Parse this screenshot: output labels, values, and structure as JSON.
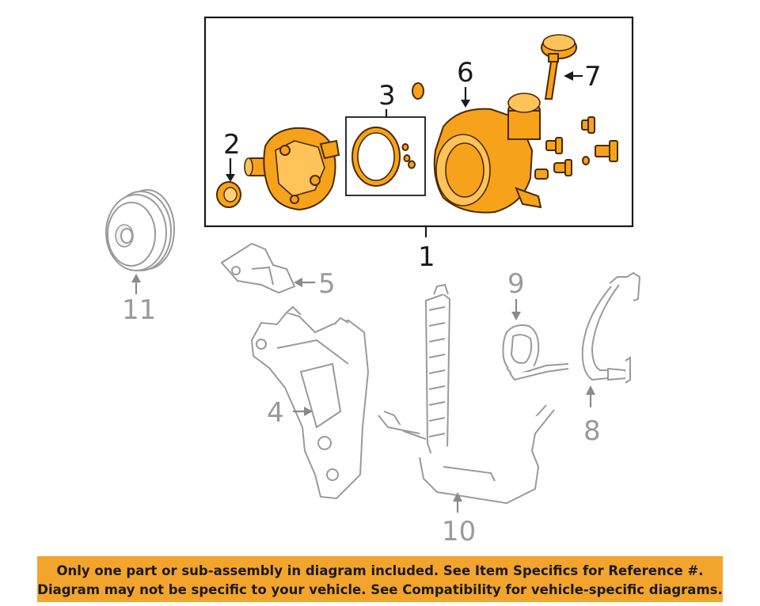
{
  "callouts": {
    "c1": "1",
    "c2": "2",
    "c3": "3",
    "c4": "4",
    "c5": "5",
    "c6": "6",
    "c7": "7",
    "c8": "8",
    "c9": "9",
    "c10": "10",
    "c11": "11"
  },
  "colors": {
    "highlight": "#f7a21b",
    "banner": "#f3a42c",
    "outline": "#9a9a9a"
  },
  "disclaimer": {
    "line1": "Only one part or sub-assembly in diagram included. See Item Specifics for Reference #.",
    "line2": "Diagram may not be specific to your vehicle. See Compatibility for vehicle-specific diagrams."
  }
}
